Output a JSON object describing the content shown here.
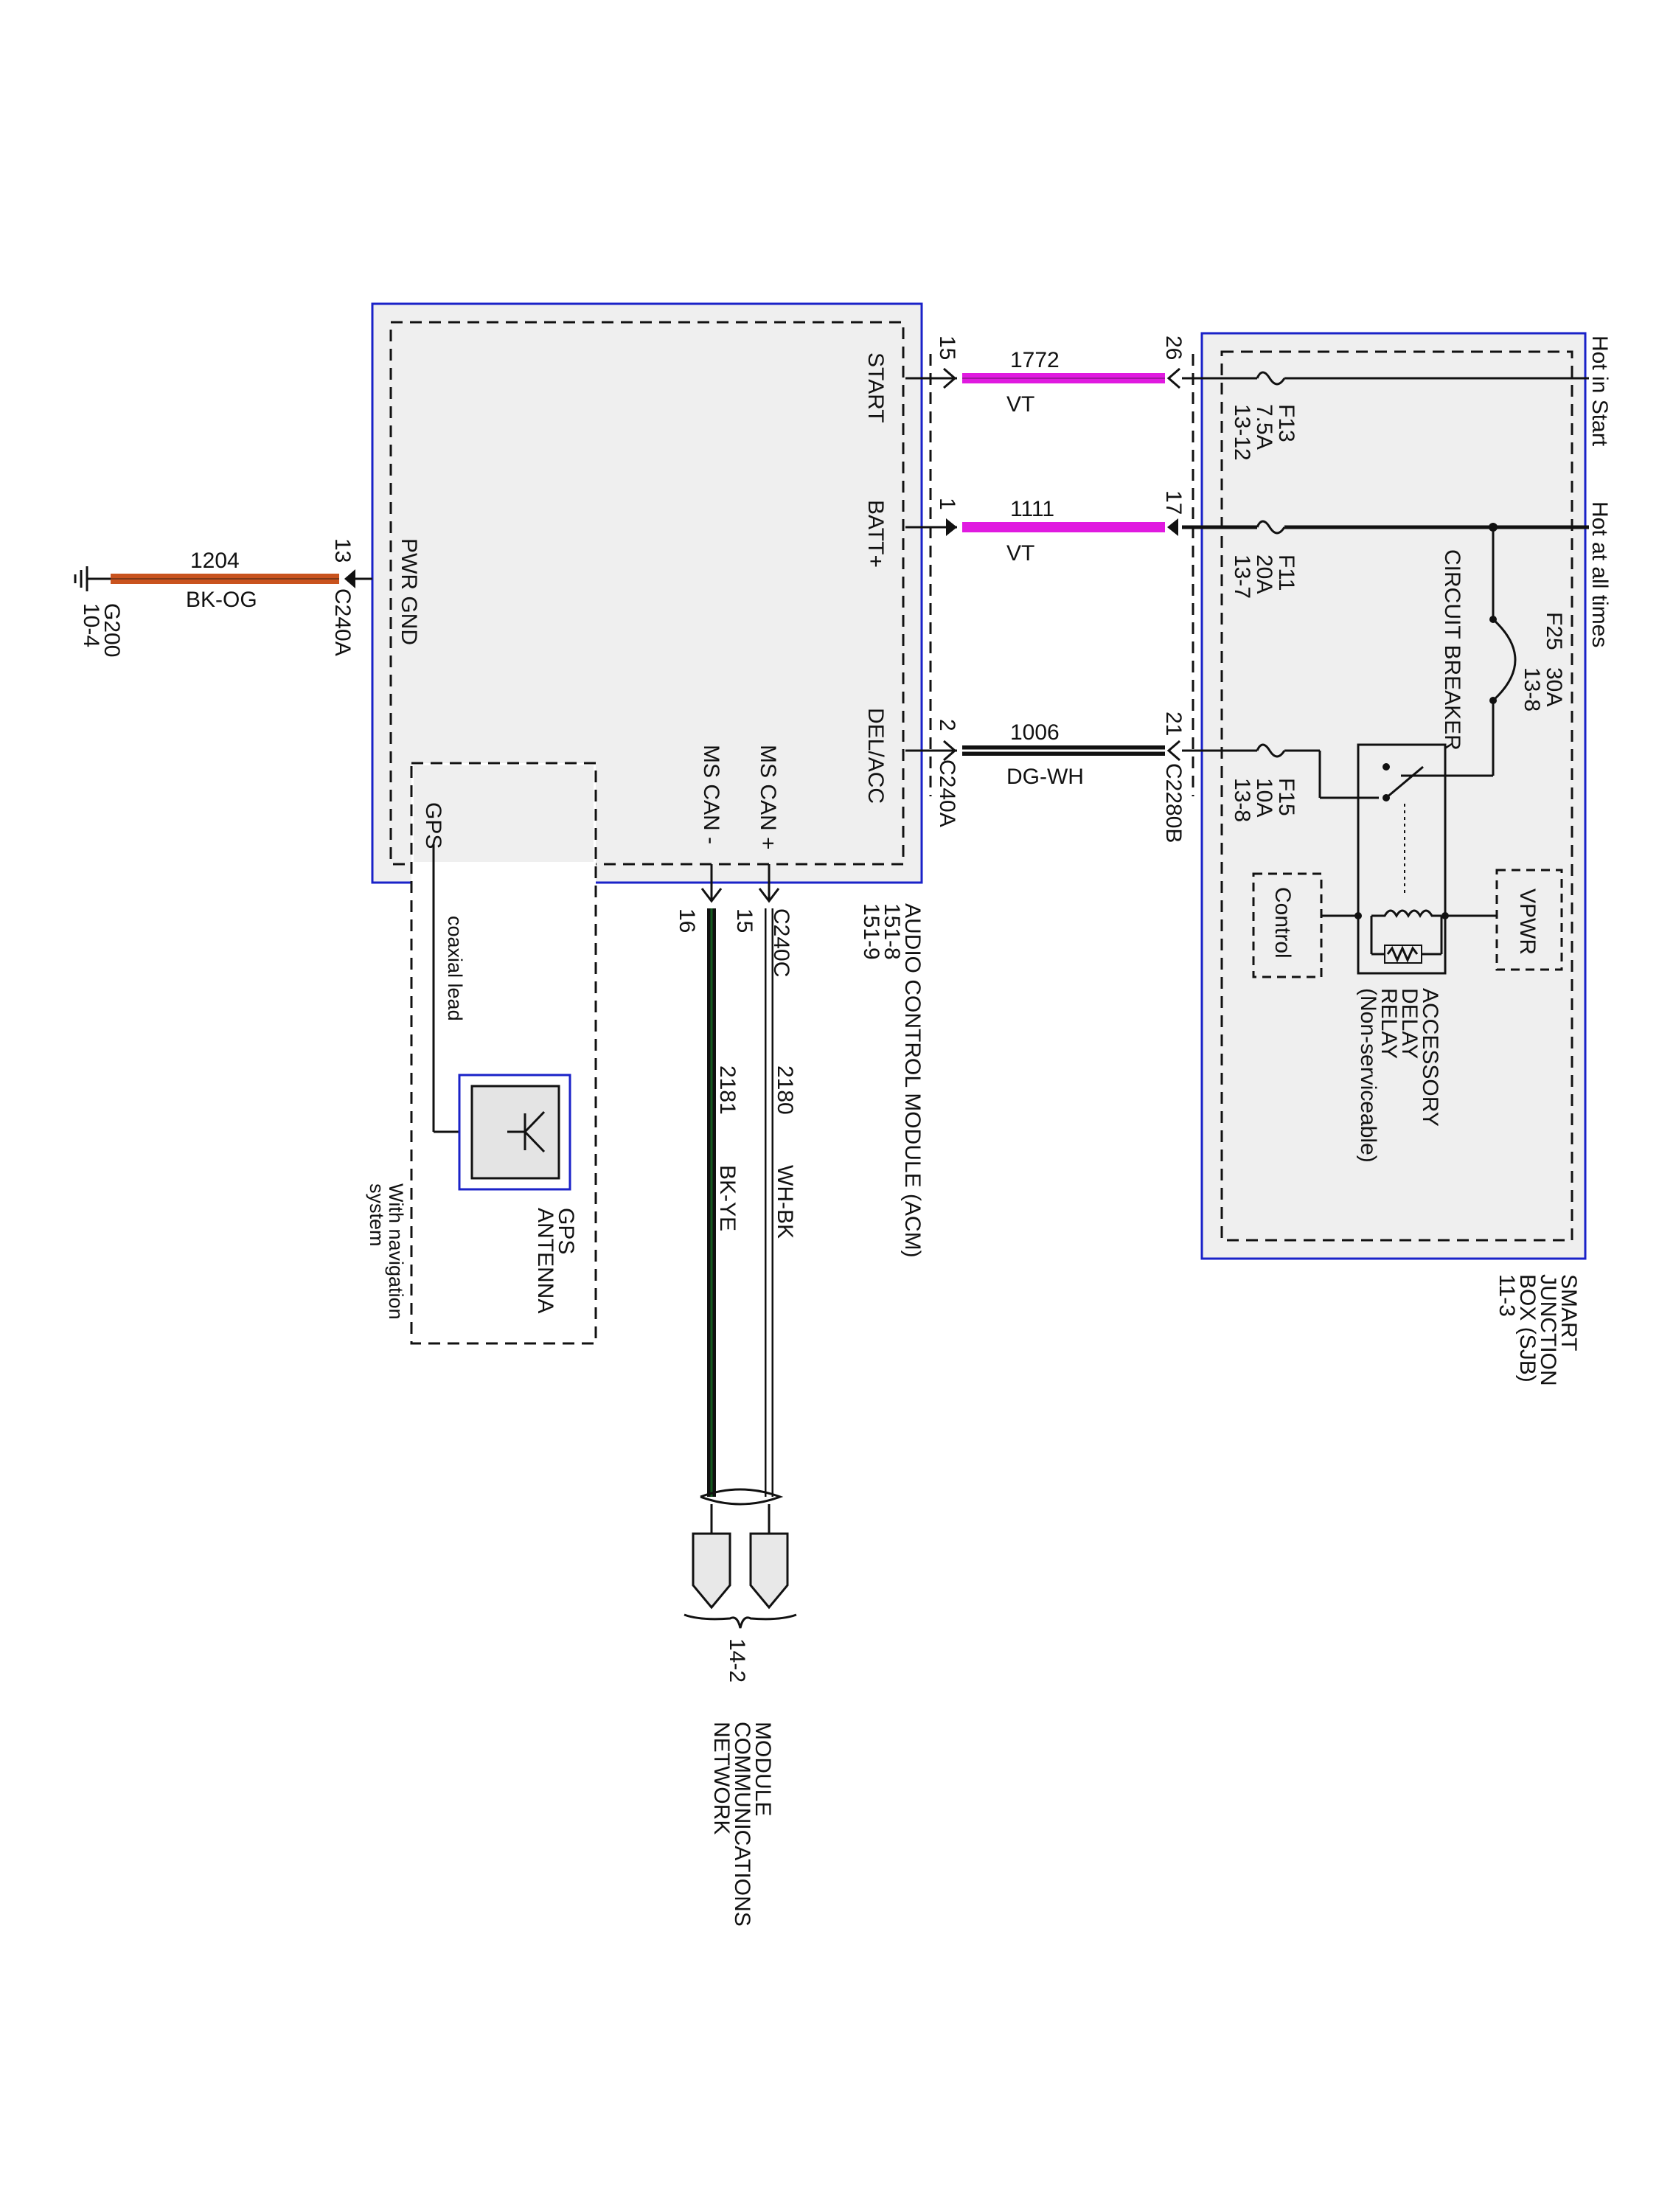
{
  "sjb": {
    "hot_in_start": "Hot in Start",
    "hot_at_all_times": "Hot at all times",
    "fuses": [
      {
        "name": "F13",
        "rating": "7.5A",
        "ref": "13-12"
      },
      {
        "name": "F11",
        "rating": "20A",
        "ref": "13-7"
      },
      {
        "name": "F15",
        "rating": "10A",
        "ref": "13-8"
      }
    ],
    "breaker": {
      "name": "F25",
      "rating": "30A",
      "ref": "13-8",
      "label": "CIRCUIT BREAKER"
    },
    "relay": [
      "ACCESSORY",
      "DELAY",
      "RELAY",
      "(Non-serviceable)"
    ],
    "control": "Control",
    "vpwr": "VPWR",
    "title": [
      "SMART",
      "JUNCTION",
      "BOX (SJB)",
      "11-3"
    ],
    "connector": "C2280B",
    "pins": [
      "26",
      "17",
      "21"
    ]
  },
  "wires": [
    {
      "circuit": "1772",
      "color": "VT"
    },
    {
      "circuit": "1111",
      "color": "VT"
    },
    {
      "circuit": "1006",
      "color": "DG-WH"
    }
  ],
  "acm": {
    "pins_in": [
      "START",
      "BATT+",
      "DEL/ACC"
    ],
    "pin_numbers": [
      "15",
      "1",
      "2"
    ],
    "connector_a": "C240A",
    "pwr_gnd": "PWR GND",
    "gnd_pin": "13",
    "gps": "GPS",
    "ms_can_plus": "MS CAN +",
    "ms_can_minus": "MS CAN -",
    "title": [
      "AUDIO CONTROL MODULE (ACM)",
      "151-8",
      "151-9"
    ],
    "connector_c": "C240C",
    "can_pins": [
      "15",
      "16"
    ]
  },
  "ground": {
    "circuit": "1204",
    "color": "BK-OG",
    "point": "G200",
    "ref": "10-4",
    "connector": "C240A"
  },
  "can_wires": [
    {
      "circuit": "2180",
      "color": "WH-BK"
    },
    {
      "circuit": "2181",
      "color": "BK-YE"
    }
  ],
  "gps": {
    "coax": "coaxial lead",
    "antenna": [
      "GPS",
      "ANTENNA"
    ],
    "option": [
      "With navigation",
      "system"
    ]
  },
  "network": {
    "ref": "14-2",
    "title": [
      "MODULE",
      "COMMUNICATIONS",
      "NETWORK"
    ]
  },
  "colors": {
    "frame": "#1a22c8",
    "violet": "#e01ae0",
    "ground_wire": "#c9531e",
    "dark_green": "#145a1e"
  }
}
